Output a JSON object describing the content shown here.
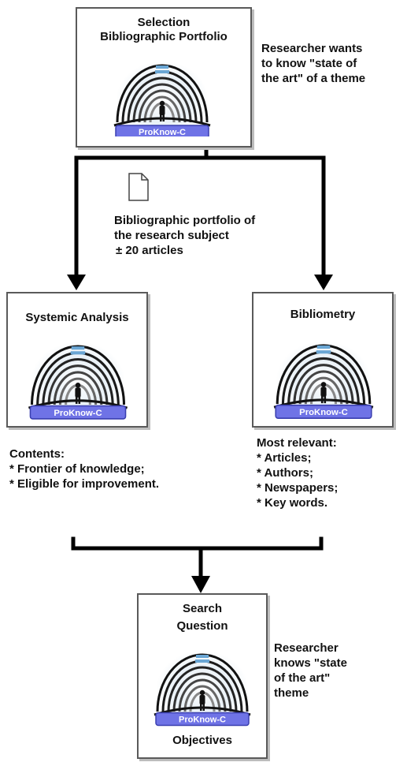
{
  "boxes": {
    "selection": {
      "line1": "Selection",
      "line2": "Bibliographic Portfolio",
      "badge": "ProKnow-C"
    },
    "systemic": {
      "title": "Systemic Analysis",
      "badge": "ProKnow-C"
    },
    "bibliometry": {
      "title": "Bibliometry",
      "badge": "ProKnow-C"
    },
    "search": {
      "line1": "Search",
      "line2": "Question",
      "badge": "ProKnow-C",
      "footer": "Objectives"
    }
  },
  "notes": {
    "researcher_wants": [
      "Researcher wants",
      "to know \"state of",
      "the  art\" of a theme"
    ],
    "portfolio": [
      "Bibliographic portfolio of",
      "the research subject",
      "± 20 articles"
    ],
    "contents": [
      "Contents:",
      "* Frontier of knowledge;",
      "* Eligible for improvement."
    ],
    "most_relevant": [
      "Most relevant:",
      "* Articles;",
      "* Authors;",
      "* Newspapers;",
      "* Key words."
    ],
    "researcher_knows": [
      "Researcher",
      "knows \"state",
      "of the art\"",
      "theme"
    ]
  },
  "icons": {
    "document": "document-icon",
    "logo": "proknow-c-tunnel-logo"
  },
  "colors": {
    "badge_fill": "#6f73e6",
    "badge_border": "#3a3fb0",
    "arch_dark": "#111111",
    "arch_light": "#7fb3d9",
    "connector": "#000000"
  }
}
